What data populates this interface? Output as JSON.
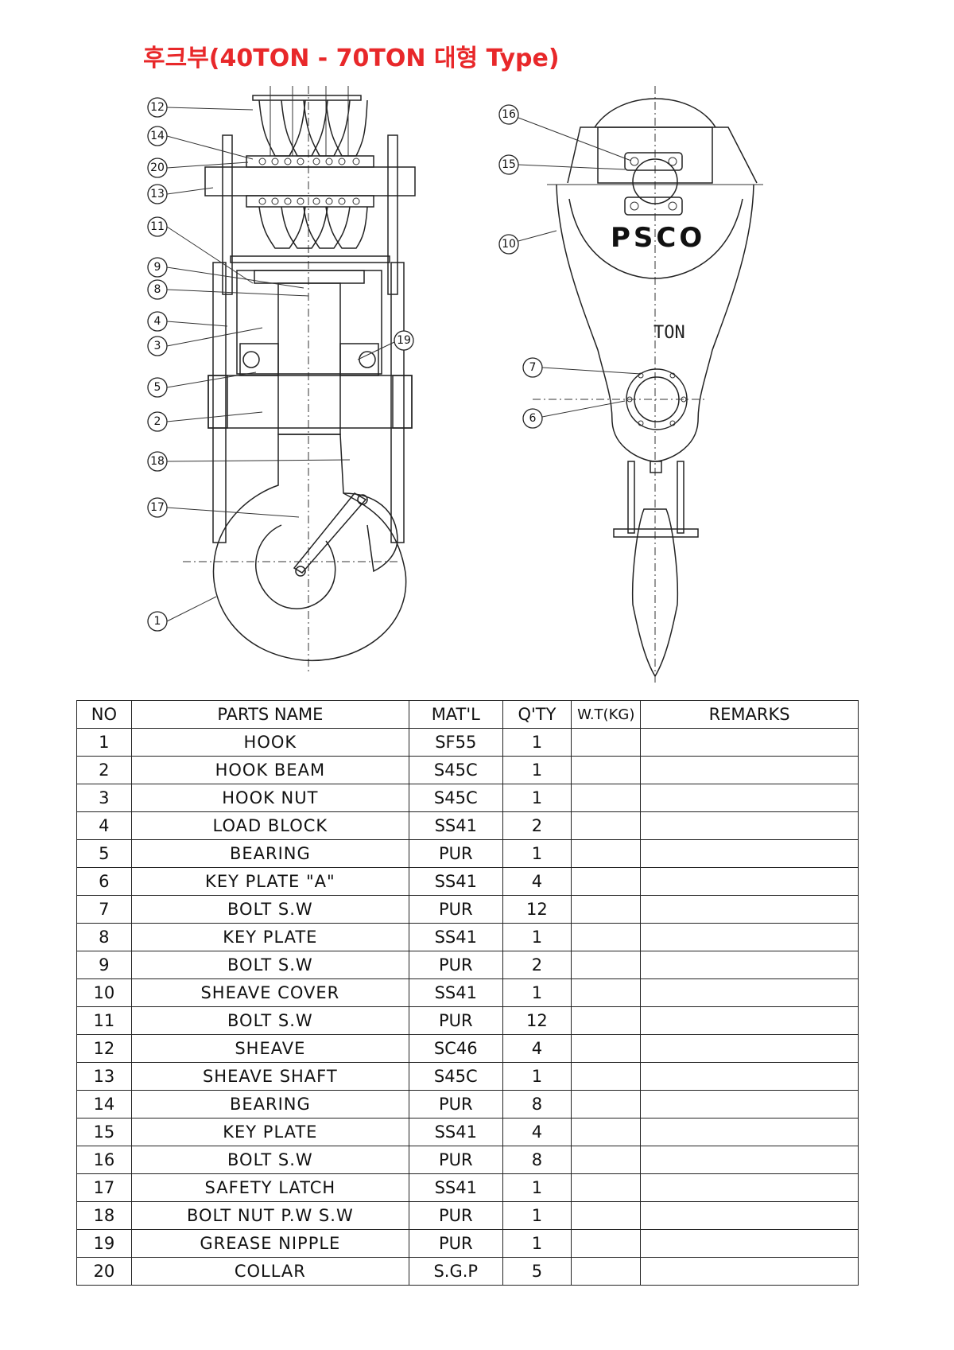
{
  "title": "후크부(40TON - 70TON 대형 Type)",
  "drawing": {
    "front_callouts": [
      "12",
      "14",
      "20",
      "13",
      "11",
      "9",
      "8",
      "4",
      "3",
      "5",
      "2",
      "18",
      "17",
      "1",
      "19"
    ],
    "side_callouts": [
      "16",
      "15",
      "10",
      "7",
      "6"
    ],
    "stamp_brand": "PSCO",
    "stamp_unit": "TON"
  },
  "table": {
    "headers": {
      "no": "NO",
      "name": "PARTS NAME",
      "mat": "MAT'L",
      "qty": "Q'TY",
      "wt": "W.T(KG)",
      "remarks": "REMARKS"
    },
    "rows": [
      {
        "no": "1",
        "name": "HOOK",
        "mat": "SF55",
        "qty": "1",
        "wt": "",
        "remarks": ""
      },
      {
        "no": "2",
        "name": "HOOK BEAM",
        "mat": "S45C",
        "qty": "1",
        "wt": "",
        "remarks": ""
      },
      {
        "no": "3",
        "name": "HOOK NUT",
        "mat": "S45C",
        "qty": "1",
        "wt": "",
        "remarks": ""
      },
      {
        "no": "4",
        "name": "LOAD BLOCK",
        "mat": "SS41",
        "qty": "2",
        "wt": "",
        "remarks": ""
      },
      {
        "no": "5",
        "name": "BEARING",
        "mat": "PUR",
        "qty": "1",
        "wt": "",
        "remarks": ""
      },
      {
        "no": "6",
        "name": "KEY PLATE \"A\"",
        "mat": "SS41",
        "qty": "4",
        "wt": "",
        "remarks": ""
      },
      {
        "no": "7",
        "name": "BOLT S.W",
        "mat": "PUR",
        "qty": "12",
        "wt": "",
        "remarks": ""
      },
      {
        "no": "8",
        "name": "KEY PLATE",
        "mat": "SS41",
        "qty": "1",
        "wt": "",
        "remarks": ""
      },
      {
        "no": "9",
        "name": "BOLT S.W",
        "mat": "PUR",
        "qty": "2",
        "wt": "",
        "remarks": ""
      },
      {
        "no": "10",
        "name": "SHEAVE COVER",
        "mat": "SS41",
        "qty": "1",
        "wt": "",
        "remarks": ""
      },
      {
        "no": "11",
        "name": "BOLT S.W",
        "mat": "PUR",
        "qty": "12",
        "wt": "",
        "remarks": ""
      },
      {
        "no": "12",
        "name": "SHEAVE",
        "mat": "SC46",
        "qty": "4",
        "wt": "",
        "remarks": ""
      },
      {
        "no": "13",
        "name": "SHEAVE SHAFT",
        "mat": "S45C",
        "qty": "1",
        "wt": "",
        "remarks": ""
      },
      {
        "no": "14",
        "name": "BEARING",
        "mat": "PUR",
        "qty": "8",
        "wt": "",
        "remarks": ""
      },
      {
        "no": "15",
        "name": "KEY PLATE",
        "mat": "SS41",
        "qty": "4",
        "wt": "",
        "remarks": ""
      },
      {
        "no": "16",
        "name": "BOLT S.W",
        "mat": "PUR",
        "qty": "8",
        "wt": "",
        "remarks": ""
      },
      {
        "no": "17",
        "name": "SAFETY LATCH",
        "mat": "SS41",
        "qty": "1",
        "wt": "",
        "remarks": ""
      },
      {
        "no": "18",
        "name": "BOLT NUT P.W S.W",
        "mat": "PUR",
        "qty": "1",
        "wt": "",
        "remarks": ""
      },
      {
        "no": "19",
        "name": "GREASE NIPPLE",
        "mat": "PUR",
        "qty": "1",
        "wt": "",
        "remarks": ""
      },
      {
        "no": "20",
        "name": "COLLAR",
        "mat": "S.G.P",
        "qty": "5",
        "wt": "",
        "remarks": ""
      }
    ]
  }
}
